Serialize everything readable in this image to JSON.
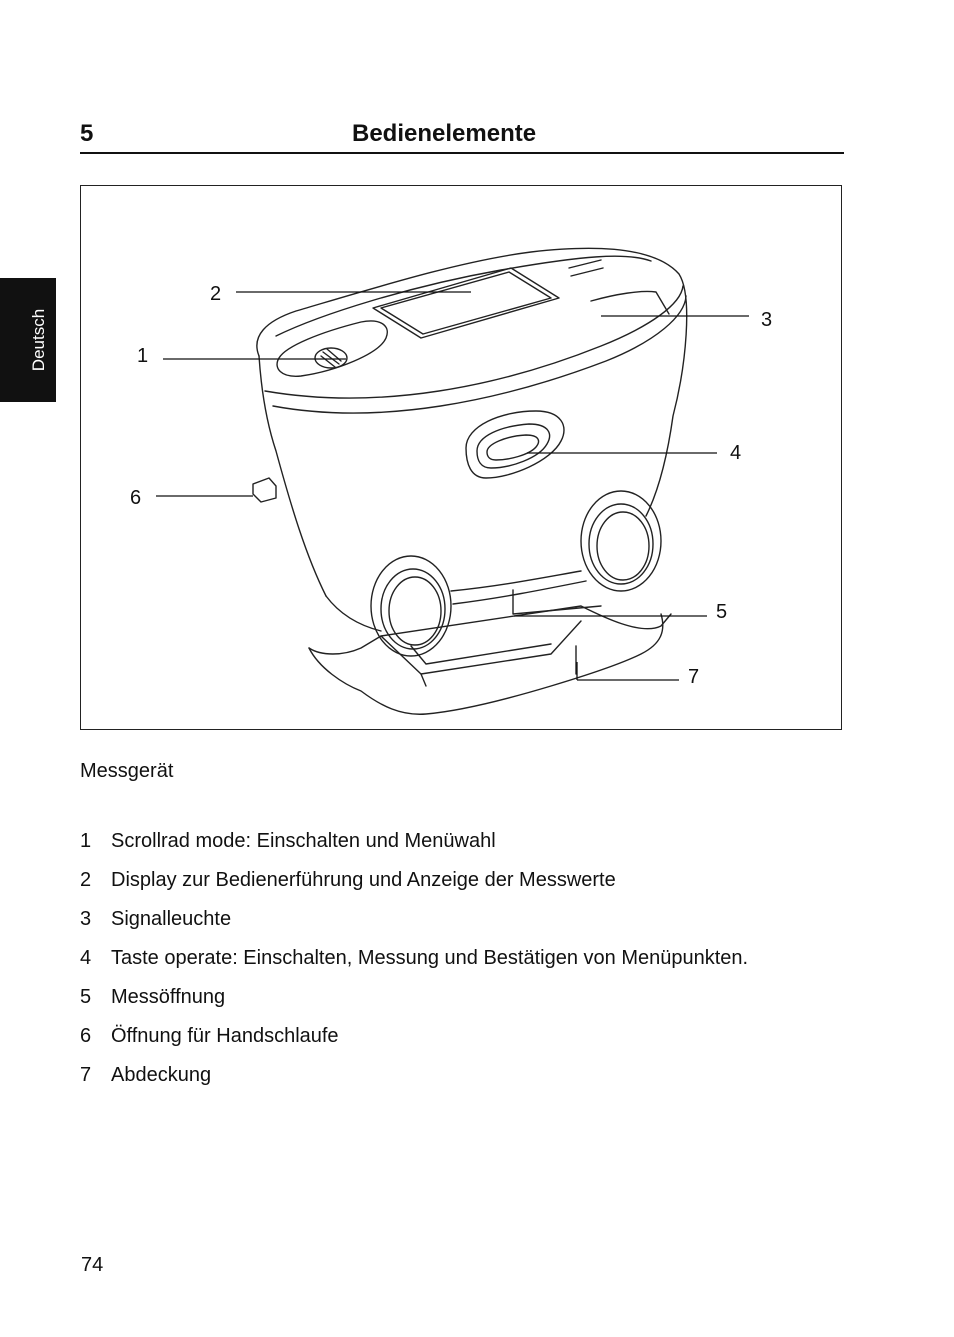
{
  "side_tab": {
    "label": "Deutsch"
  },
  "section": {
    "number": "5",
    "title": "Bedienelemente"
  },
  "figure": {
    "callouts": [
      "1",
      "2",
      "3",
      "4",
      "5",
      "6",
      "7"
    ]
  },
  "caption": "Messgerät",
  "legend": [
    {
      "num": "1",
      "text": "Scrollrad mode: Einschalten und Menüwahl"
    },
    {
      "num": "2",
      "text": "Display zur Bedienerführung und Anzeige der Messwerte"
    },
    {
      "num": "3",
      "text": "Signalleuchte"
    },
    {
      "num": "4",
      "text": "Taste operate: Einschalten, Messung und Bestätigen von Menüpunkten."
    },
    {
      "num": "5",
      "text": "Messöffnung"
    },
    {
      "num": "6",
      "text": "Öffnung für Handschlaufe"
    },
    {
      "num": "7",
      "text": "Abdeckung"
    }
  ],
  "page_number": "74"
}
